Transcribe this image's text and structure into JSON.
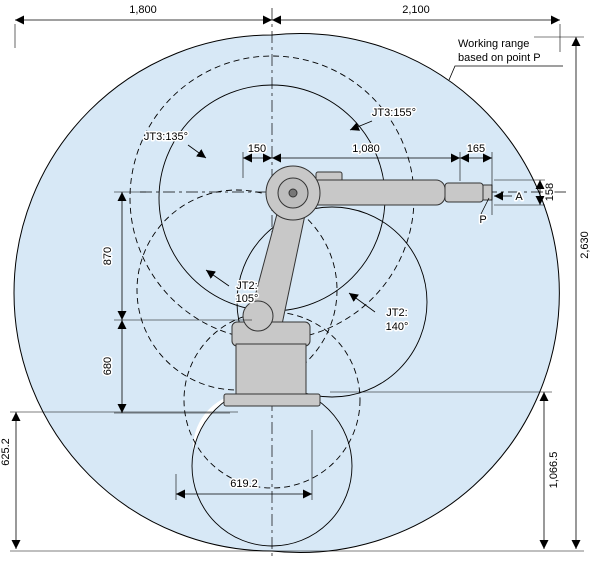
{
  "diagram": {
    "note_line1": "Working range",
    "note_line2": "based on point P",
    "dims": {
      "top_left": "1,800",
      "top_right": "2,100",
      "vertical_total": "2,630",
      "flange_height": "158",
      "upper_arm_rise": "870",
      "base_height": "680",
      "below_base_left": "625.2",
      "below_axis_right": "1,066.5",
      "bottom_sweep": "619.2",
      "rear_offset": "150",
      "arm_reach": "1,080",
      "wrist_to_p": "165"
    },
    "joints": {
      "jt3_right": "JT3:155°",
      "jt3_left": "JT3:135°",
      "jt2_left_line1": "JT2:",
      "jt2_left_line2": "105°",
      "jt2_right_line1": "JT2:",
      "jt2_right_line2": "140°"
    },
    "points": {
      "p": "P",
      "a": "A"
    }
  },
  "colors": {
    "working_range_fill": "#d7e8f6",
    "robot_fill": "#c8c8c8",
    "line": "#000000"
  }
}
